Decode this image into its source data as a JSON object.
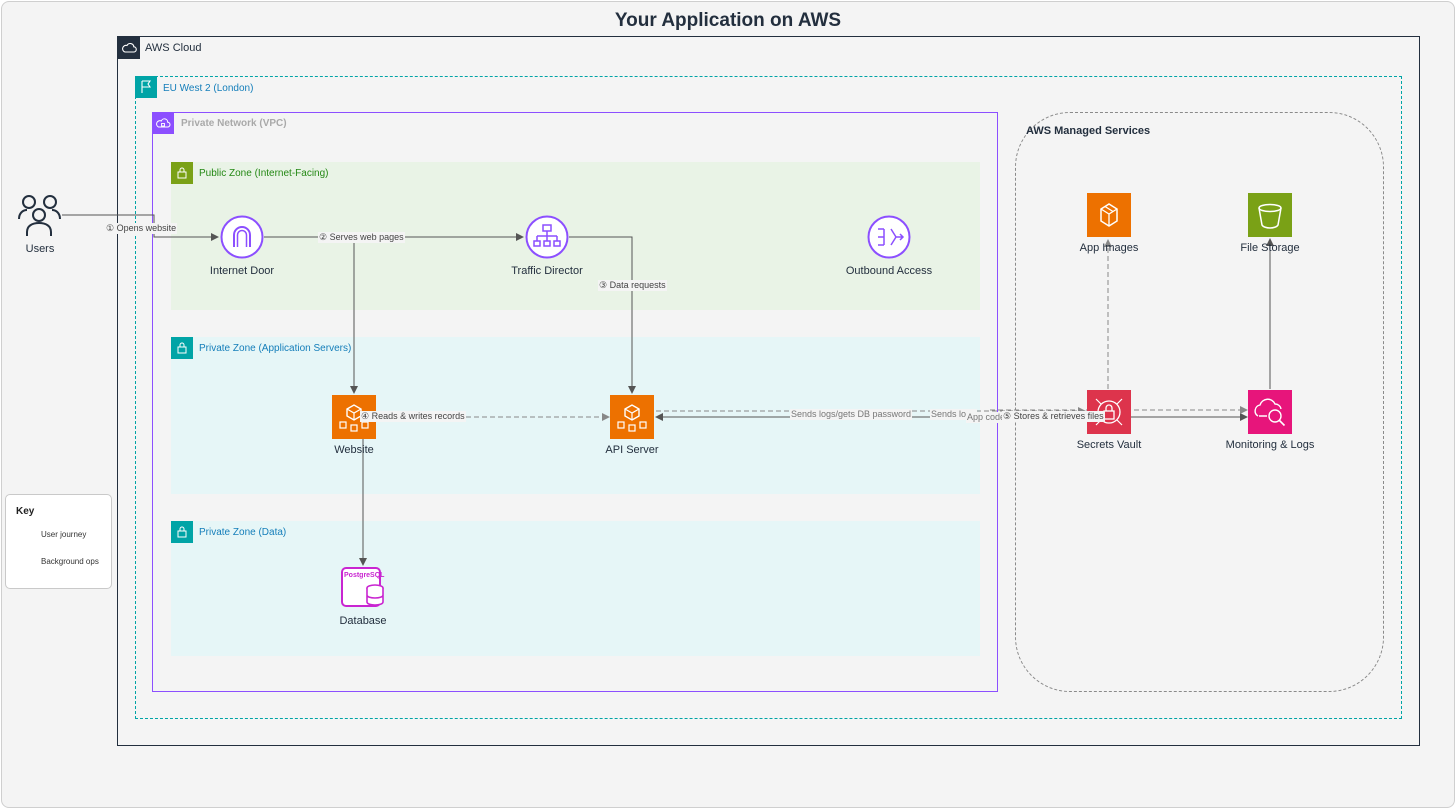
{
  "title": "Your Application on AWS",
  "groups": {
    "cloud": "AWS Cloud",
    "region": "EU West 2 (London)",
    "vpc": "Private Network (VPC)",
    "public_zone": "Public Zone (Internet-Facing)",
    "app_zone": "Private Zone (Application Servers)",
    "data_zone": "Private Zone (Data)",
    "managed": "AWS Managed Services"
  },
  "nodes": {
    "users": "Users",
    "internet_door": "Internet Door",
    "traffic_director": "Traffic Director",
    "outbound_access": "Outbound Access",
    "website": "Website",
    "api_server": "API Server",
    "database": "Database",
    "database_tag": "PostgreSQL",
    "app_images": "App Images",
    "file_storage": "File Storage",
    "secrets_vault": "Secrets Vault",
    "monitoring": "Monitoring & Logs"
  },
  "edges": {
    "opens_website": "Opens website",
    "serves_pages": "Serves web pages",
    "data_requests": "Data requests",
    "reads_writes": "Reads & writes records",
    "sends_logs_gets": "Sends logs/gets DB password",
    "sends_logs": "Sends logs",
    "app_code": "App code",
    "stores_files": "Stores & retrieves files"
  },
  "step_numbers": {
    "opens_website": "1",
    "serves_pages": "2",
    "data_requests": "3",
    "reads_writes": "4",
    "stores_files": "5"
  },
  "key": {
    "title": "Key",
    "user_journey": "User journey",
    "background_ops": "Background ops"
  },
  "colors": {
    "cloud_border": "#232f3e",
    "region_border": "#00a4a6",
    "vpc_border": "#8c4fff",
    "public_zone_fill": "#e9f3e6",
    "public_zone_text": "#248814",
    "private_zone_fill": "#e6f6f7",
    "private_zone_text": "#147eba",
    "compute_orange": "#ed7100",
    "storage_green": "#7aa116",
    "security_red": "#dd344c",
    "mgmt_pink": "#e7157b",
    "database_purple": "#c925d1",
    "network_purple": "#8c4fff"
  }
}
